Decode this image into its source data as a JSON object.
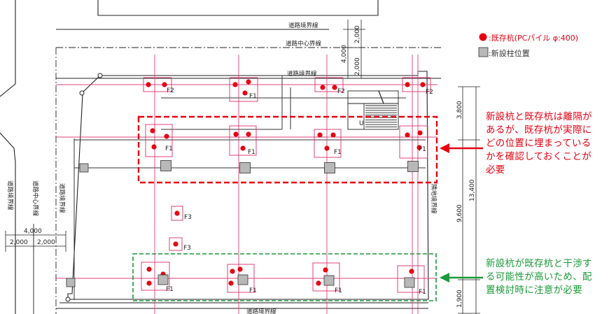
{
  "legend": {
    "existing_pile": ":既存杭(PCパイル φ:400)",
    "new_column": ":新設柱位置",
    "colors": {
      "pile": "#e60012",
      "column": "#b8b8b8"
    }
  },
  "boundary_labels": {
    "road_boundary_top": "道路境界線",
    "road_center_top": "道路中心界線",
    "road_boundary_top2": "道路境界線",
    "road_boundary_bottom": "道路境界線",
    "road_boundary_left": "道路境界線",
    "road_center_left": "道路中心界線",
    "road_boundary_left2": "道路境界線",
    "neighbor_boundary": "隣地境界線"
  },
  "dimensions": {
    "top_4000": "4,000",
    "top_2000a": "2,000",
    "top_2000b": "2,000",
    "left_4000": "4,000",
    "left_2000a": "2,000",
    "left_2000b": "2,000",
    "right_3800": "3,800",
    "right_9600": "9,600",
    "right_13400": "13,400",
    "right_1900": "1,900"
  },
  "foundation_labels": {
    "F1": "F1",
    "F2": "F2",
    "F3": "F3",
    "U": "U"
  },
  "notes": {
    "red": [
      "新設杭と既存杭は離隔が",
      "あるが、既存杭が実際に",
      "どの位置に埋まっている",
      "かを確認しておくことが",
      "必要"
    ],
    "green": [
      "新設杭が既存杭と干渉す",
      "る可能性が高いため、配",
      "置検討時に注意が必要"
    ],
    "colors": {
      "red": "#e60012",
      "green": "#1a9a3a"
    }
  }
}
